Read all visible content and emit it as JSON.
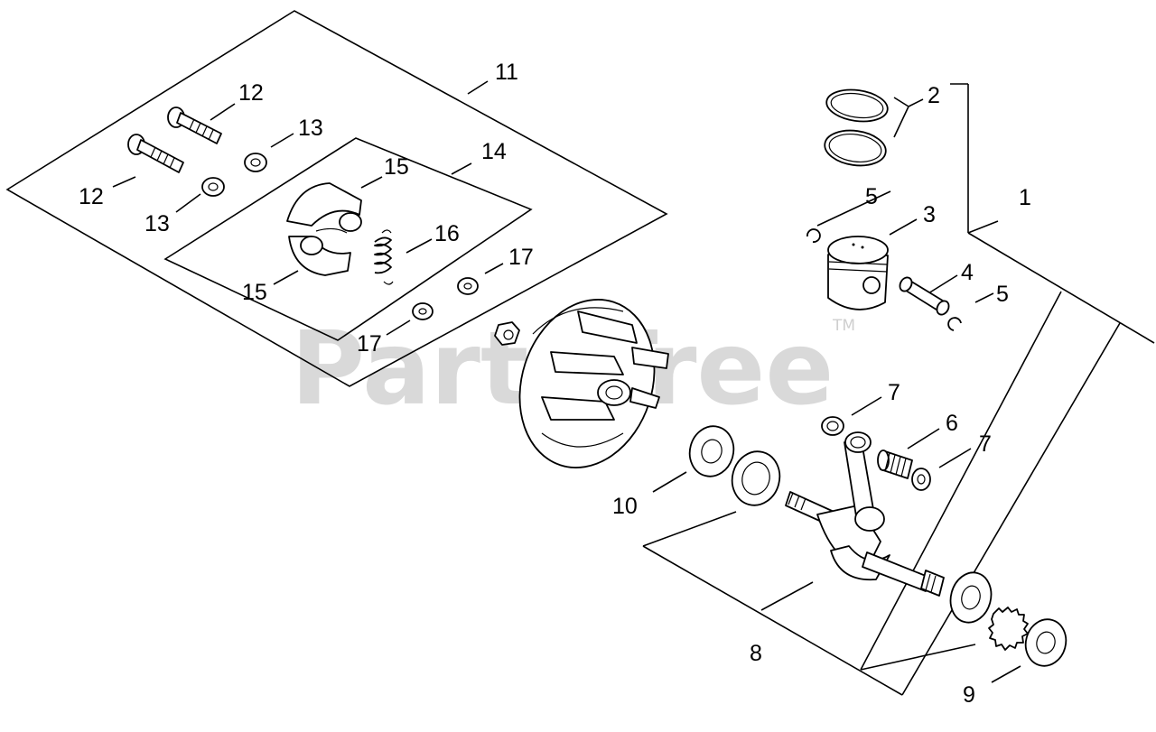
{
  "diagram": {
    "watermark": {
      "text": "PartsTree",
      "tm": "TM"
    },
    "callouts": [
      {
        "id": "c1",
        "label": "1"
      },
      {
        "id": "c2",
        "label": "2"
      },
      {
        "id": "c3",
        "label": "3"
      },
      {
        "id": "c4",
        "label": "4"
      },
      {
        "id": "c5a",
        "label": "5"
      },
      {
        "id": "c5b",
        "label": "5"
      },
      {
        "id": "c6",
        "label": "6"
      },
      {
        "id": "c7a",
        "label": "7"
      },
      {
        "id": "c7b",
        "label": "7"
      },
      {
        "id": "c8",
        "label": "8"
      },
      {
        "id": "c9",
        "label": "9"
      },
      {
        "id": "c10",
        "label": "10"
      },
      {
        "id": "c11",
        "label": "11"
      },
      {
        "id": "c12a",
        "label": "12"
      },
      {
        "id": "c12b",
        "label": "12"
      },
      {
        "id": "c13a",
        "label": "13"
      },
      {
        "id": "c13b",
        "label": "13"
      },
      {
        "id": "c14",
        "label": "14"
      },
      {
        "id": "c15a",
        "label": "15"
      },
      {
        "id": "c15b",
        "label": "15"
      },
      {
        "id": "c16",
        "label": "16"
      },
      {
        "id": "c17a",
        "label": "17"
      },
      {
        "id": "c17b",
        "label": "17"
      }
    ]
  }
}
